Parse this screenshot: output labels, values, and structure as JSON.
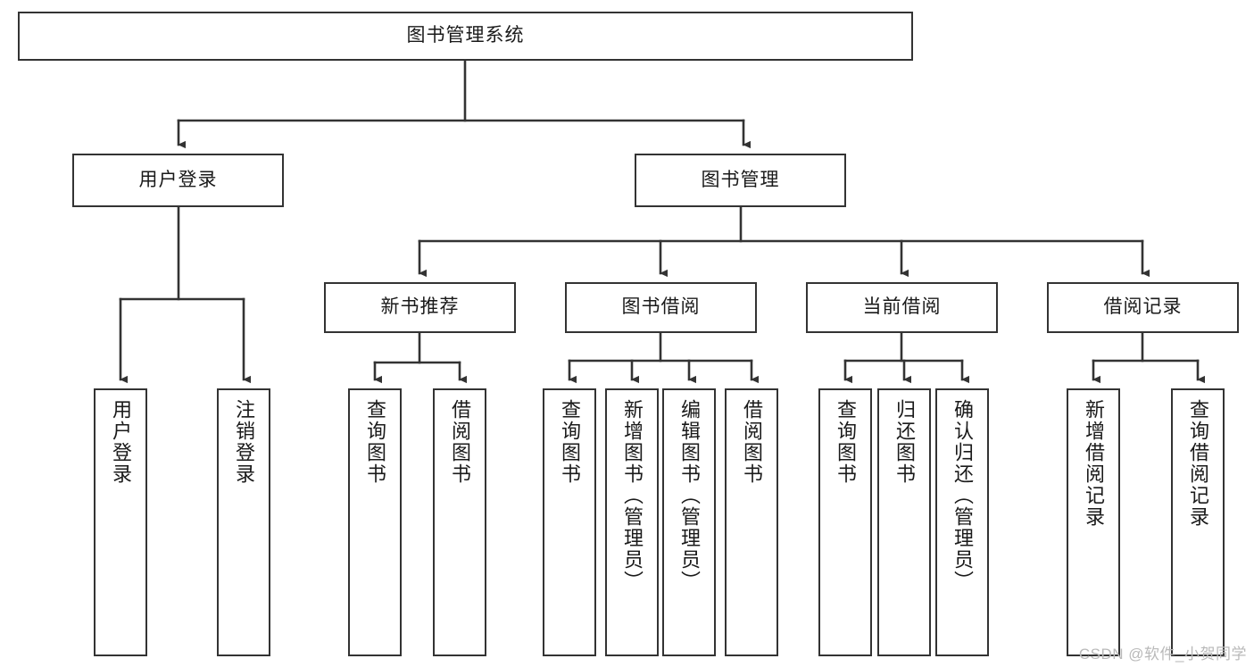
{
  "diagram": {
    "title": "图书管理系统",
    "type": "tree-hierarchy-chart",
    "watermark": "CSDN @软件_小贺同学",
    "colors": {
      "background": "#ffffff",
      "box_border": "#333333",
      "connector": "#333333",
      "text": "#1a1a1a",
      "watermark": "#b9b9b9"
    },
    "nodes": {
      "root": {
        "label": "图书管理系统"
      },
      "level1": [
        {
          "label": "用户登录"
        },
        {
          "label": "图书管理"
        }
      ],
      "level2": [
        {
          "label": "新书推荐"
        },
        {
          "label": "图书借阅"
        },
        {
          "label": "当前借阅"
        },
        {
          "label": "借阅记录"
        }
      ],
      "leaves": {
        "user_login": [
          {
            "label": "用户登录"
          },
          {
            "label": "注销登录"
          }
        ],
        "new_book_recommend": [
          {
            "label": "查询图书"
          },
          {
            "label": "借阅图书"
          }
        ],
        "book_borrow": [
          {
            "label": "查询图书"
          },
          {
            "label": "新增图书（管理员）"
          },
          {
            "label": "编辑图书（管理员）"
          },
          {
            "label": "借阅图书"
          }
        ],
        "current_borrow": [
          {
            "label": "查询图书"
          },
          {
            "label": "归还图书"
          },
          {
            "label": "确认归还（管理员）"
          }
        ],
        "borrow_record": [
          {
            "label": "新增借阅记录"
          },
          {
            "label": "查询借阅记录"
          }
        ]
      }
    }
  }
}
